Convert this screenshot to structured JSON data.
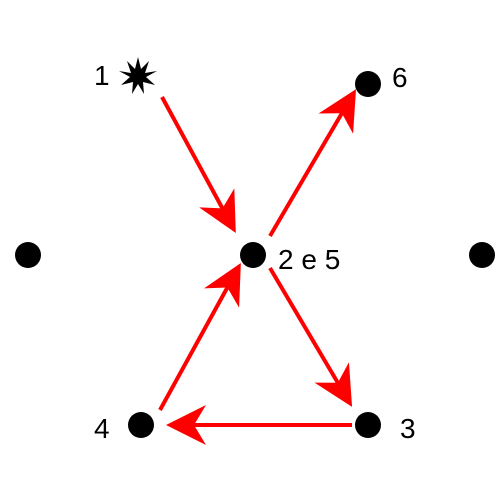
{
  "colors": {
    "arrow": "#ff0000",
    "node": "#000000",
    "background": "#ffffff"
  },
  "labels": {
    "start": "1",
    "top_right": "6",
    "center": "2 e 5",
    "bottom_left": "4",
    "bottom_right": "3"
  },
  "icons": {
    "start_node": "starburst-icon"
  }
}
